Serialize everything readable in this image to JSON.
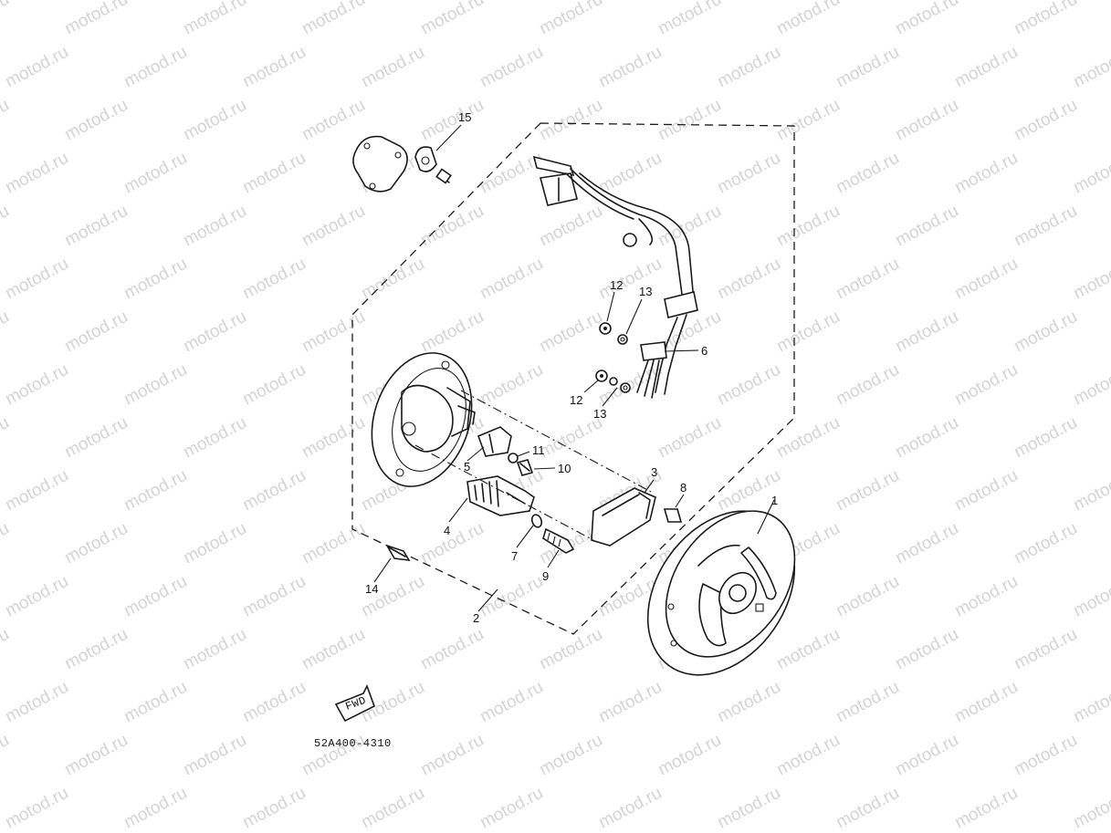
{
  "watermark": "motod.ru",
  "part_code": "52A400-4310",
  "fwd_label": "FWD",
  "callouts": {
    "c1": "1",
    "c2": "2",
    "c3": "3",
    "c4": "4",
    "c5": "5",
    "c6": "6",
    "c7": "7",
    "c8": "8",
    "c9": "9",
    "c10": "10",
    "c11": "11",
    "c12a": "12",
    "c12b": "12",
    "c13a": "13",
    "c13b": "13",
    "c14": "14",
    "c15": "15"
  }
}
